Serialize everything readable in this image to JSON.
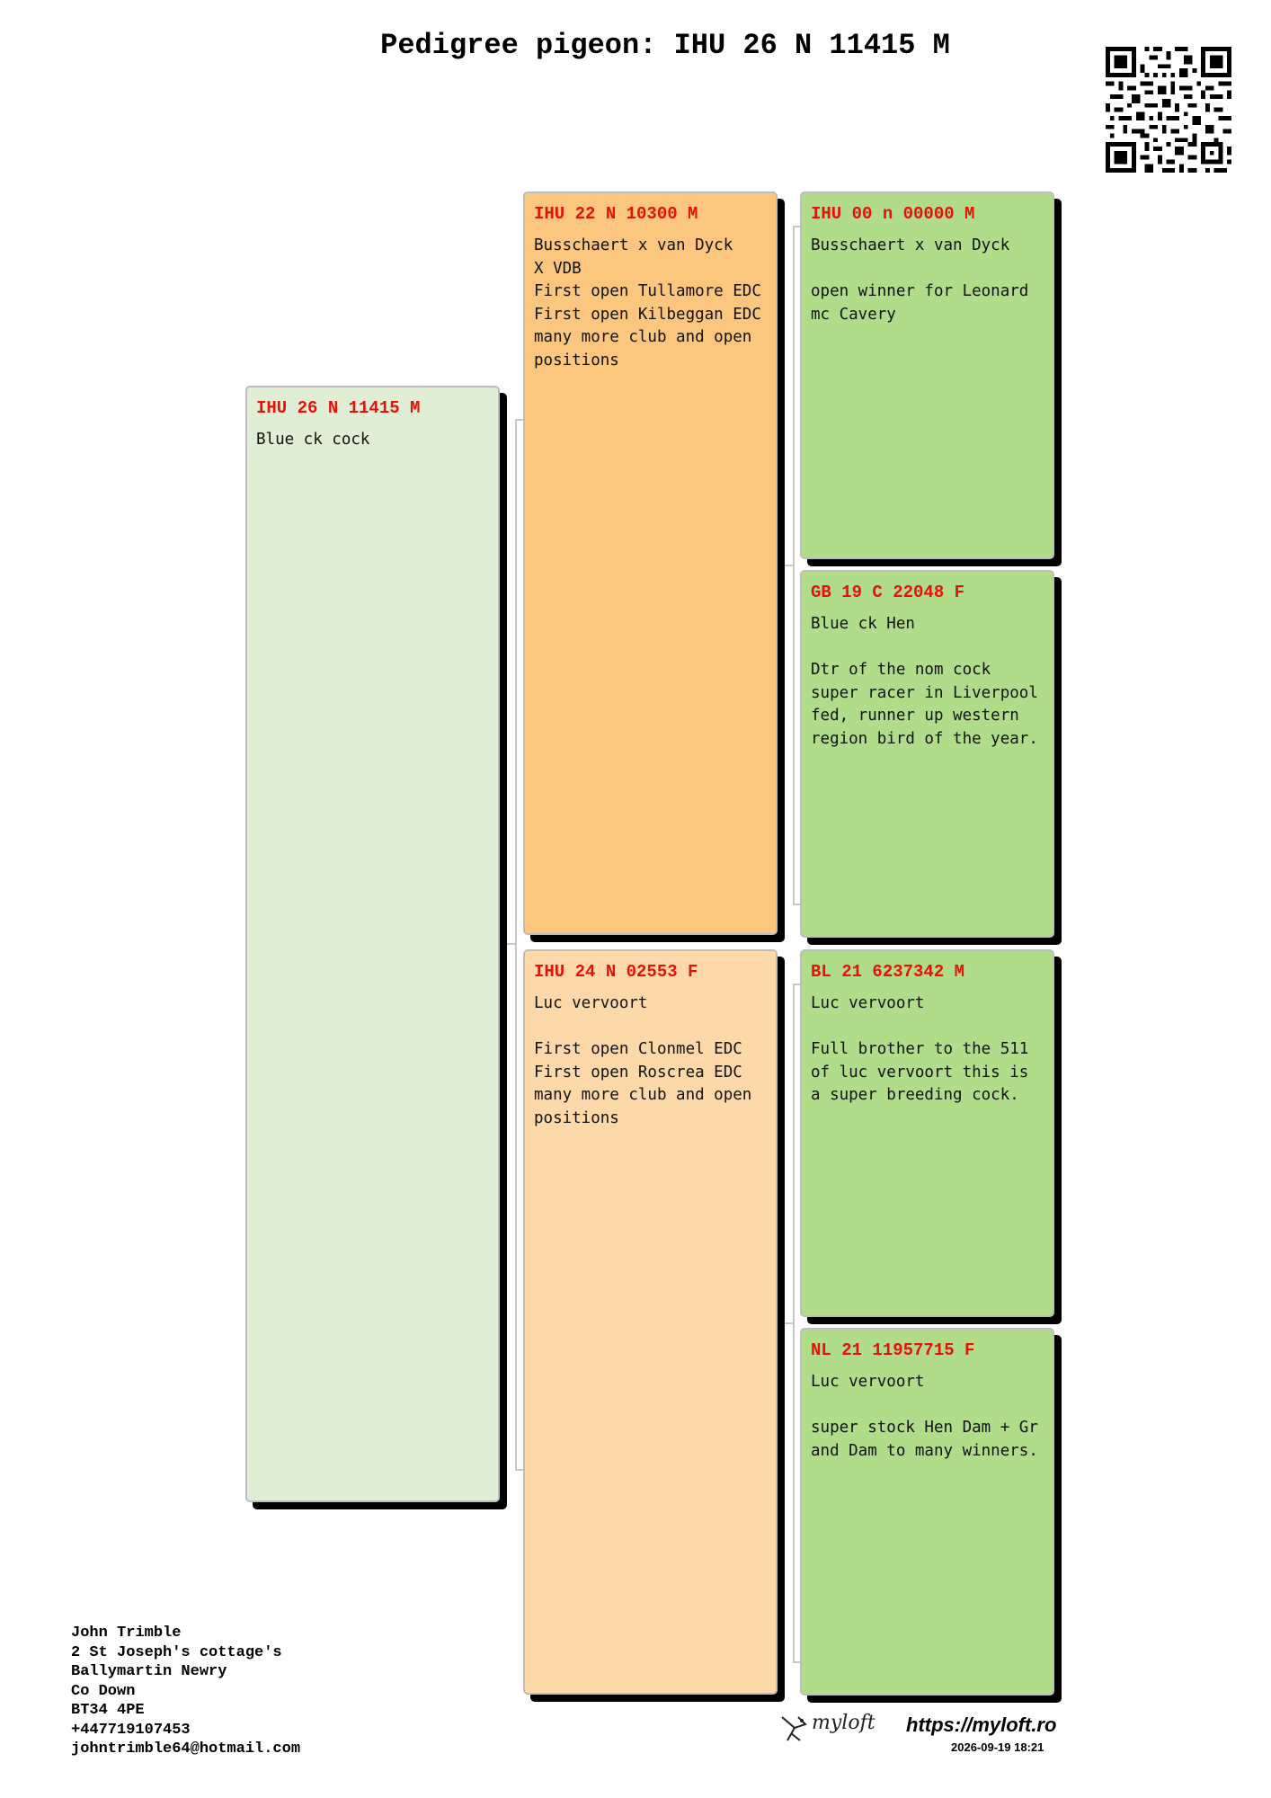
{
  "title": "Pedigree pigeon: IHU 26 N 11415 M",
  "pigeons": {
    "root": {
      "ring": "IHU 26 N 11415 M",
      "description": "Blue ck cock"
    },
    "sire": {
      "ring": "IHU 22 N 10300 M",
      "description": "Busschaert x van Dyck\nX VDB\nFirst open Tullamore EDC\nFirst open Kilbeggan EDC\nmany more club and open\npositions"
    },
    "dam": {
      "ring": "IHU 24 N 02553 F",
      "description": "Luc vervoort\n\nFirst open Clonmel EDC\nFirst open Roscrea EDC\nmany more club and open\npositions"
    },
    "sire_sire": {
      "ring": "IHU 00 n 00000 M",
      "description": "Busschaert x van Dyck\n\nopen winner for Leonard\nmc Cavery"
    },
    "sire_dam": {
      "ring": "GB 19 C 22048 F",
      "description": "Blue ck Hen\n\nDtr of the nom cock\nsuper racer in Liverpool\nfed, runner up western\nregion bird of the year."
    },
    "dam_sire": {
      "ring": "BL 21 6237342 M",
      "description": "Luc vervoort\n\nFull brother to the 511\nof luc vervoort this is\na super breeding cock."
    },
    "dam_dam": {
      "ring": "NL 21 11957715 F",
      "description": "Luc vervoort\n\nsuper stock Hen Dam + Gr\nand Dam to many winners."
    }
  },
  "owner": {
    "name": "John Trimble",
    "address1": "2 St Joseph's cottage's",
    "address2": "Ballymartin Newry",
    "county": "Co Down",
    "postcode": "BT34 4PE",
    "phone": "+447719107453",
    "email": "johntrimble64@hotmail.com"
  },
  "footer": {
    "brand": "myloft",
    "website": "https://myloft.ro",
    "timestamp": "2026-09-19 18:21"
  },
  "icons": {
    "qr": "qr-code-icon",
    "logo": "pigeon-logo-icon"
  },
  "colors": {
    "ring_text": "#e3120b",
    "root_card": "#e0eed5",
    "sire_card": "#fbc67d",
    "dam_card": "#fdd8a8",
    "grandparent_card": "#b1dc8a"
  }
}
